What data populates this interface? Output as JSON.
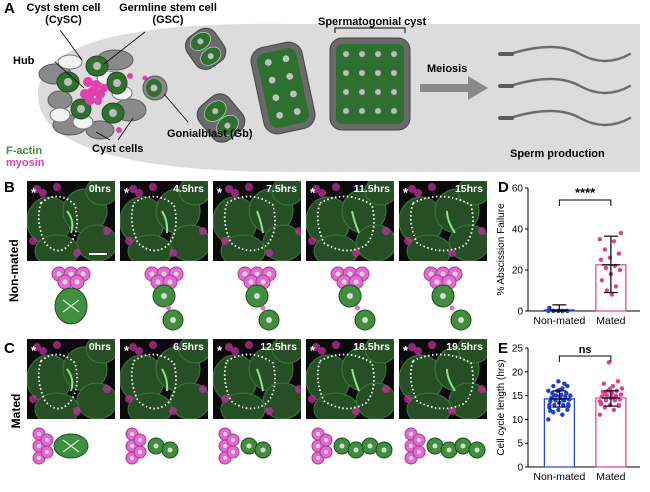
{
  "panel_a": {
    "letter": "A",
    "cyst_stem_cell": "Cyst stem cell\n(CySC)",
    "germline_stem_cell": "Germline stem cell\n(GSC)",
    "hub": "Hub",
    "gonialblast": "Gonialblast (Gb)",
    "cyst_cells": "Cyst cells",
    "spermatogonial_cyst": "Spermatogonial cyst",
    "meiosis": "Meiosis",
    "sperm_production": "Sperm production",
    "legend_factin": "F-actin",
    "legend_myosin": "myosin",
    "colors": {
      "factin": "#3f8f3f",
      "myosin": "#e040b0"
    }
  },
  "panel_b": {
    "letter": "B",
    "row_label": "Non-mated",
    "timepoints": [
      "0hrs",
      "4.5hrs",
      "7.5hrs",
      "11.5hrs",
      "15hrs"
    ],
    "star": "*"
  },
  "panel_c": {
    "letter": "C",
    "row_label": "Mated",
    "timepoints": [
      "0hrs",
      "6.5hrs",
      "12.5hrs",
      "18.5hrs",
      "19.5hrs"
    ],
    "star": "*"
  },
  "panel_d": {
    "letter": "D"
  },
  "panel_e": {
    "letter": "E"
  },
  "chart_data": [
    {
      "panel": "D",
      "type": "bar",
      "categories": [
        "Non-mated",
        "Mated"
      ],
      "values": [
        0.5,
        22.5
      ],
      "error": [
        [
          0,
          3
        ],
        [
          9,
          36.5
        ]
      ],
      "ylabel": "% Abscission Failure",
      "ylim": [
        0,
        60
      ],
      "yticks": [
        0,
        20,
        40,
        60
      ],
      "significance": "****",
      "colors": [
        "#1f3fd0",
        "#e0408f"
      ],
      "points": [
        [
          0,
          0,
          0,
          0,
          0,
          1.5
        ],
        [
          35,
          34,
          30,
          28,
          26,
          25,
          22,
          21,
          20,
          18,
          15,
          12,
          10,
          38,
          8
        ]
      ]
    },
    {
      "panel": "E",
      "type": "bar",
      "categories": [
        "Non-mated",
        "Mated"
      ],
      "values": [
        14.3,
        14.5
      ],
      "error": [
        [
          12.6,
          16
        ],
        [
          12.8,
          16
        ]
      ],
      "ylabel": "Cell cycle length (hrs)",
      "ylim": [
        0,
        25
      ],
      "yticks": [
        0,
        5,
        10,
        15,
        20,
        25
      ],
      "significance": "ns",
      "colors": [
        "#1f3fd0",
        "#e0408f"
      ],
      "points": [
        [
          10,
          11,
          11.5,
          12,
          12,
          12.5,
          13,
          13,
          13.2,
          13.5,
          13.8,
          14,
          14,
          14.2,
          14.5,
          14.5,
          14.8,
          15,
          15,
          15.2,
          15.5,
          15.5,
          16,
          16,
          16.5,
          17,
          17,
          18,
          13,
          14,
          15,
          12.8,
          16.2,
          11.8,
          17.5
        ],
        [
          11,
          12,
          12.5,
          13,
          13,
          13.5,
          14,
          14,
          14.2,
          14.5,
          14.8,
          15,
          15,
          15.2,
          15.5,
          15.8,
          16,
          16,
          16.5,
          17,
          17.5,
          18,
          22,
          13.8,
          14.6,
          15.4,
          12.8,
          16.4,
          13.2,
          14.4
        ]
      ]
    }
  ]
}
